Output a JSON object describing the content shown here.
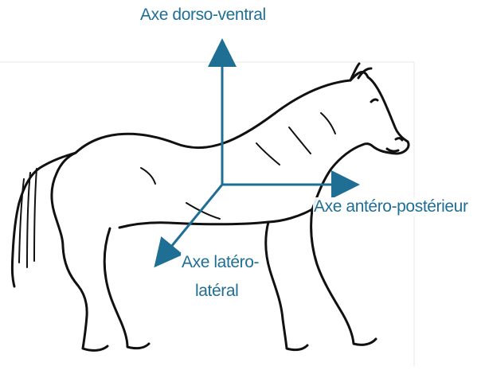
{
  "axes": {
    "dorso_ventral": {
      "label": "Axe dorso-ventral"
    },
    "antero_posterior": {
      "label": "Axe antéro-postérieur"
    },
    "latero_lateral": {
      "label_line1": "Axe latéro-",
      "label_line2": "latéral"
    }
  },
  "colors": {
    "axis": "#1f6f95",
    "outline": "#111111",
    "frame_line": "#e7e7e7",
    "background": "#ffffff"
  }
}
